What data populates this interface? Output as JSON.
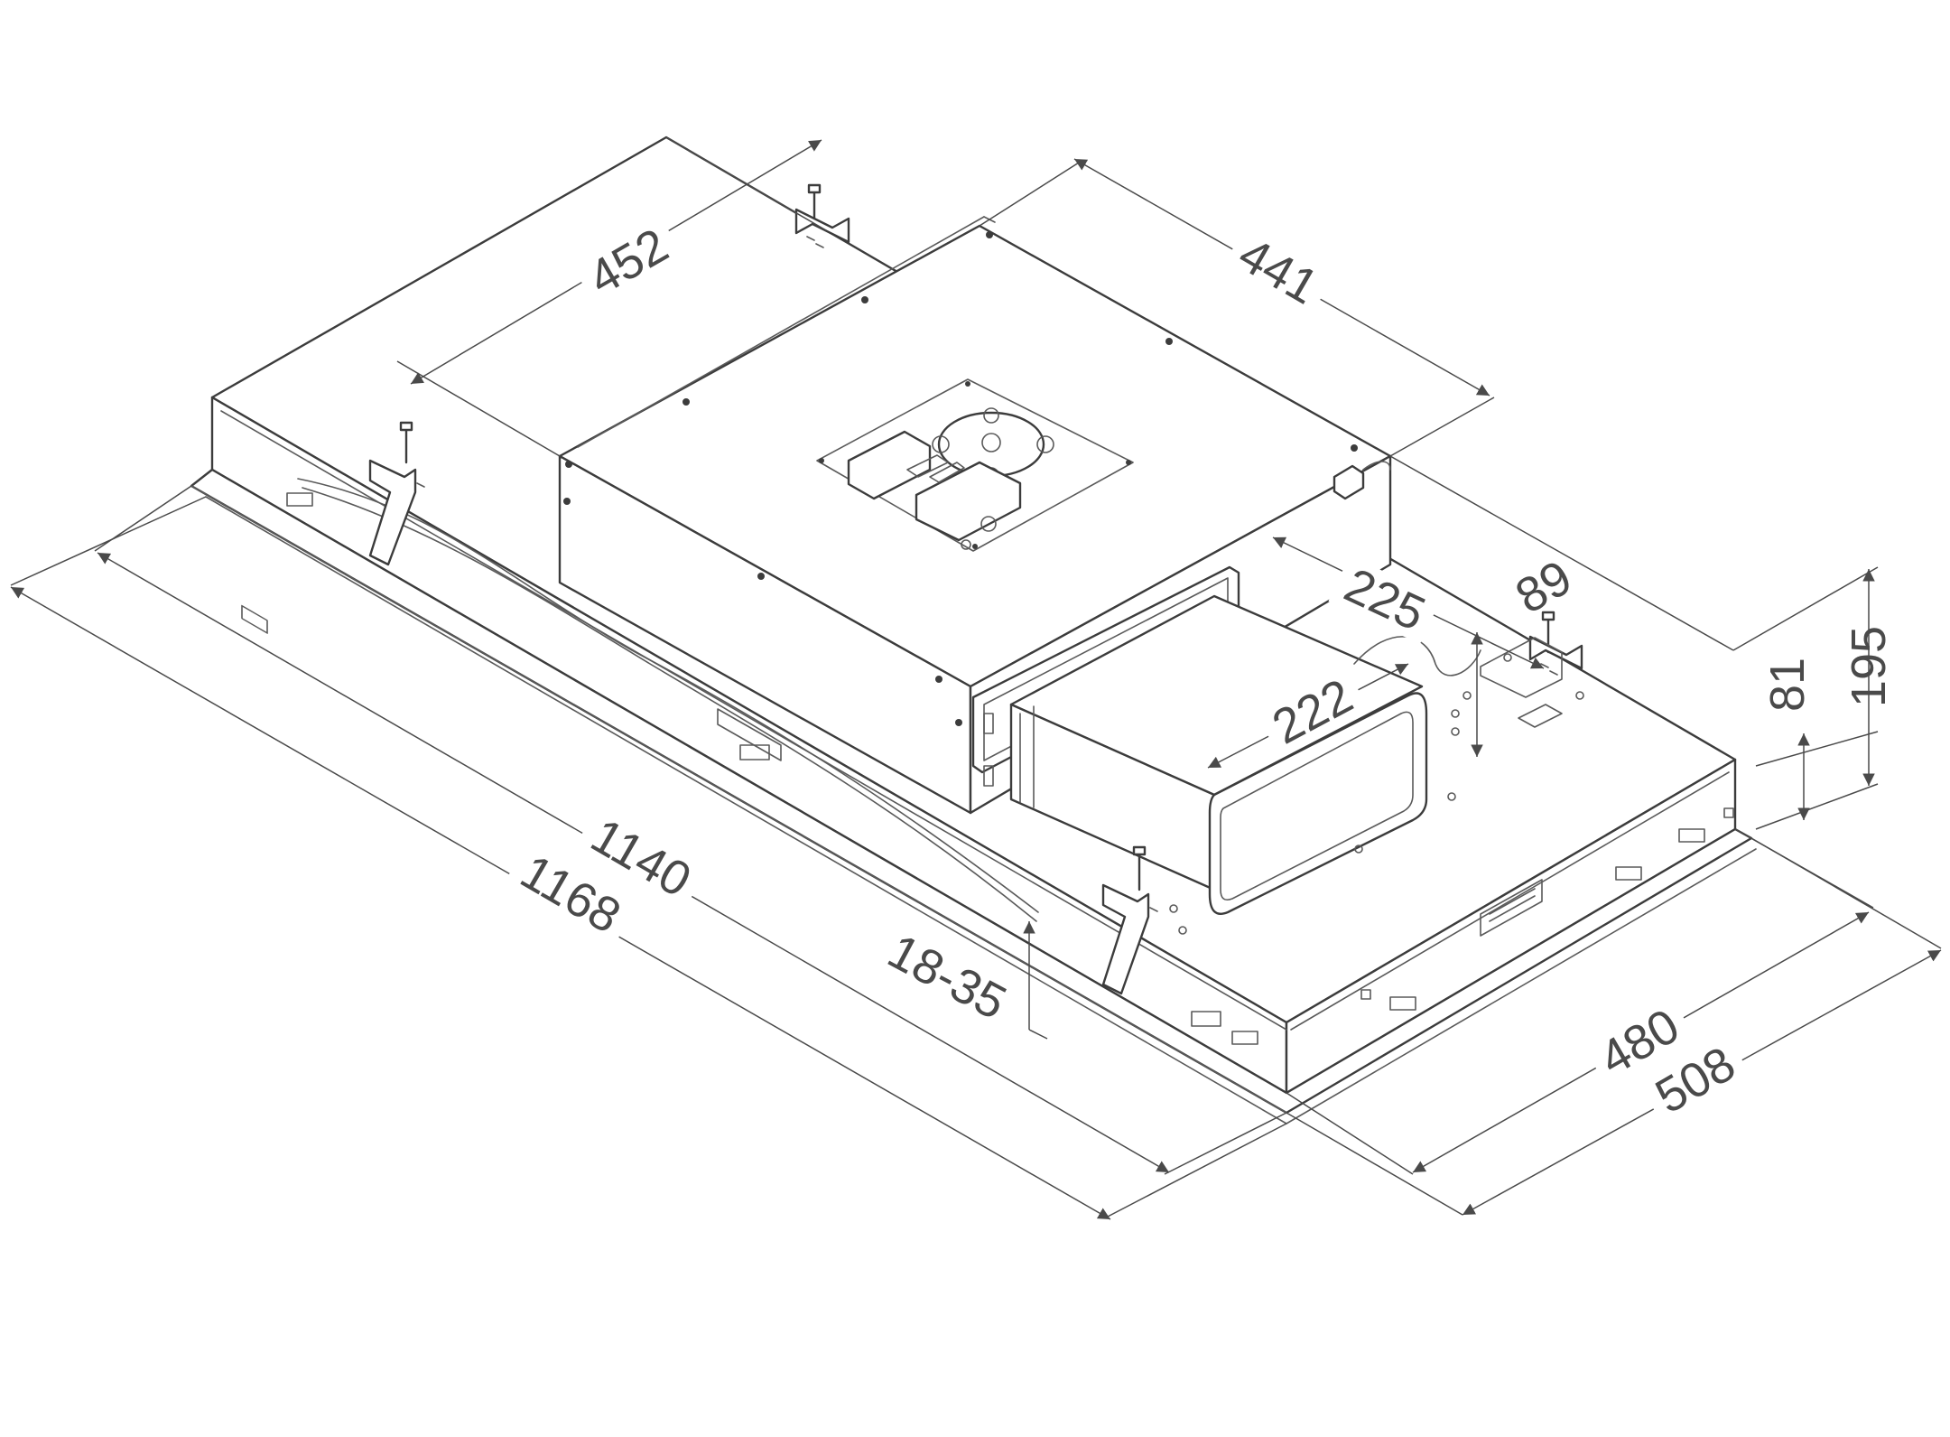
{
  "dimensions": {
    "d452": "452",
    "d441": "441",
    "d225": "225",
    "d89": "89",
    "d222": "222",
    "d81": "81",
    "d195": "195",
    "d1140": "1140",
    "d1168": "1168",
    "d1835": "18-35",
    "d480": "480",
    "d508": "508"
  },
  "colors": {
    "line": "#3c3c3c",
    "background": "#ffffff"
  }
}
